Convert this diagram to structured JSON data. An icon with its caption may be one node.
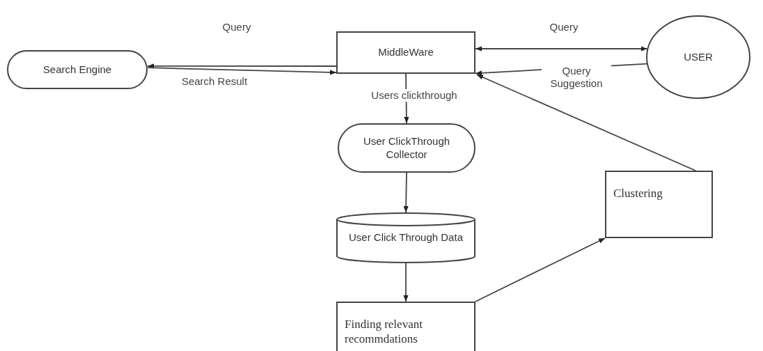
{
  "diagram": {
    "nodes": [
      {
        "text": [
          "Search Engine"
        ]
      },
      {
        "text": [
          "MiddleWare"
        ]
      },
      {
        "text": [
          "USER"
        ]
      },
      {
        "text": [
          "User ClickThrough Collector"
        ]
      },
      {
        "text": [
          "User Click Through Data"
        ]
      },
      {
        "text": [
          "Clustering"
        ]
      },
      {
        "text": [
          "Finding relevant recommdations"
        ]
      }
    ],
    "edges": [
      {
        "from": 1,
        "to": 0,
        "arrow": "to",
        "label": "Query"
      },
      {
        "from": 0,
        "to": 1,
        "arrow": "to",
        "label": "Search Result"
      },
      {
        "from": 1,
        "to": 2,
        "arrow": "both",
        "label": "Query"
      },
      {
        "from": 2,
        "to": 1,
        "arrow": "to",
        "label": "Query Suggestion"
      },
      {
        "from": 1,
        "to": 3,
        "arrow": "to",
        "label": "Users clickthrough"
      },
      {
        "from": 3,
        "to": 4,
        "arrow": "to"
      },
      {
        "from": 4,
        "to": 6,
        "arrow": "to"
      },
      {
        "from": 6,
        "to": 5,
        "arrow": "to"
      },
      {
        "from": 5,
        "to": 1,
        "arrow": "to"
      }
    ]
  }
}
